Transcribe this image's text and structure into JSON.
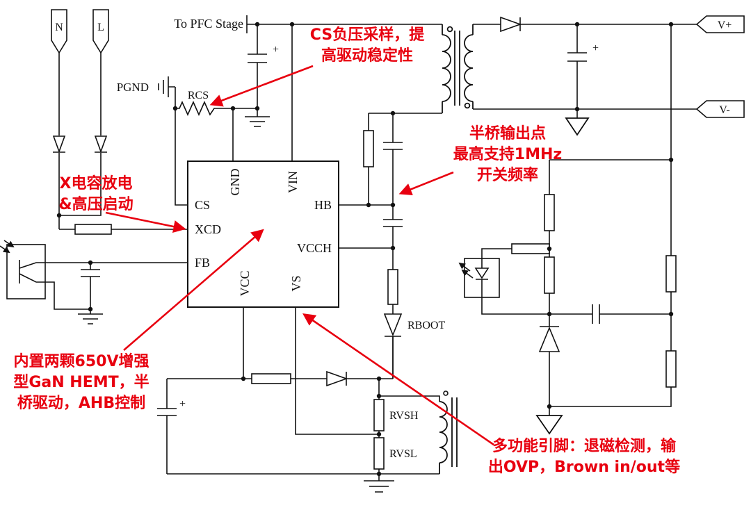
{
  "colors": {
    "wire": "#111111",
    "annotation_red": "#e8000f",
    "background": "#ffffff"
  },
  "connectors": {
    "neutral": "N",
    "line": "L",
    "v_plus": "V+",
    "v_minus": "V-"
  },
  "labels": {
    "to_pfc": "To PFC Stage",
    "pgnd": "PGND",
    "rcs": "RCS",
    "rboot": "RBOOT",
    "rvsh": "RVSH",
    "rvsl": "RVSL",
    "plus": "+"
  },
  "ic": {
    "pins": {
      "cs": "CS",
      "xcd": "XCD",
      "fb": "FB",
      "gnd": "GND",
      "vin": "VIN",
      "hb": "HB",
      "vcch": "VCCH",
      "vcc": "VCC",
      "vs": "VS"
    }
  },
  "annotations": {
    "cs_sense": "CS负压采样，提\n高驱动稳定性",
    "hb_node": "半桥输出点\n最高支持1MHz\n开关频率",
    "xcd": "X电容放电\n&高压启动",
    "gan": "内置两颗650V增强\n型GaN HEMT，半\n桥驱动，AHB控制",
    "vs_multi": "多功能引脚：退磁检测，输\n出OVP，Brown in/out等"
  }
}
